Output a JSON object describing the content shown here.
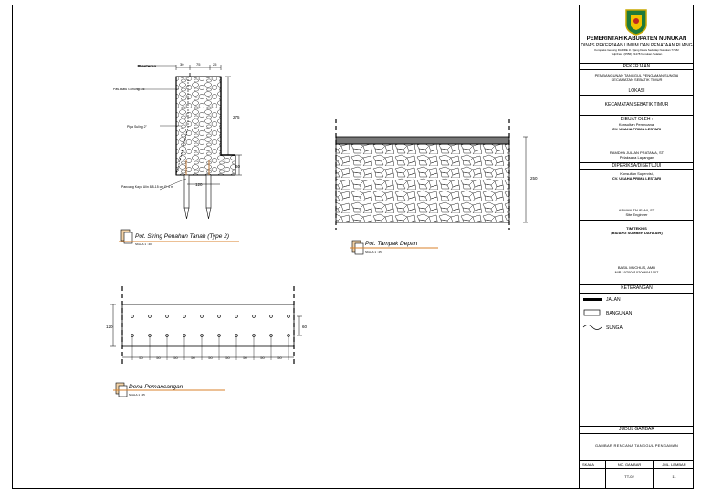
{
  "title_block": {
    "org": "PEMERINTAH KABUPATEN NUNUKAN",
    "dept": "DINAS PEKERJAAN UMUM DAN PENATAAN RUANG",
    "address_1": "Kompleks Gedung DAPIRE Jl. Ujang Dewa Sedadap Nunukan 77482",
    "address_2": "Telp/Fax : (0556) 21478 Nunukan Selatan",
    "pekerjaan_label": "PEKERJAAN",
    "pekerjaan": "PEMBANGUNAN TANGGUL PENGAMAN SUNGAI KECAMATAN SEBATIK TIMUR",
    "lokasi_label": "LOKASI",
    "lokasi": "KECAMATAN SEBATIK TIMUR",
    "dibuat_label": "DIBUAT OLEH :",
    "konsultan_label": "Konsultan Perencana,",
    "konsultan": "CV. USAHA PRIMA LESTARI",
    "planner_name": "RAMDHA JULIAN PRATAMA, ST",
    "planner_role": "Pelaksana Lapangan",
    "diperiksa_label": "DIPERIKSA/DISETUJUI",
    "supervisor_label": "Konsultan Supervisi,",
    "supervisor": "CV. USAHA PRIMA LESTARI",
    "engineer_name": "ARMAN TAUFANI, ST",
    "engineer_role": "Site Engineer",
    "tim_teknis": "TIM TEKNIS",
    "bidang": "(BIDANG SUMBER DAYA AIR)",
    "official_name": "BASIL MUCHLIS, AMD",
    "official_nip": "NIP 197008102006041007",
    "keterangan_label": "KETERANGAN",
    "judul_label": "JUDUL GAMBAR",
    "judul": "GAMBAR RENCANA TANGGUL PENGAMAN",
    "skala_label": "SKALA",
    "no_gambar_label": "NO. GAMBAR",
    "jml_lembar_label": "JML. LEMBAR",
    "no_gambar": "TT-02",
    "jml_lembar": "11"
  },
  "legend": [
    {
      "icon": "road-line-icon",
      "label": "JALAN"
    },
    {
      "icon": "building-icon",
      "label": "BANGUNAN"
    },
    {
      "icon": "river-wave-icon",
      "label": "SUNGAI"
    }
  ],
  "drawings": {
    "section": {
      "title": "Pot. Siring Penahan Tanah (Type 2)",
      "scale": "SKALA 1 : 20",
      "lbl_plesteran": "Plesteran",
      "lbl_batu": "Pas. Batu Gunung 1:5",
      "lbl_pipa": "Pipa Suling 2\"",
      "lbl_cerucuk": "Pancang Kayu Ulin 8/8-15 cm P. 4 m",
      "dim_top_1": "30",
      "dim_top_2": "75",
      "dim_top_3": "25",
      "dim_height": "275",
      "dim_foot": "60",
      "dim_base": "120"
    },
    "elevation": {
      "title": "Pot. Tampak Depan",
      "scale": "SKALA 1 : 25",
      "dim_height": "250"
    },
    "plan": {
      "title": "Dena Pemancangan",
      "scale": "SKALA 1 : 25",
      "dim_left": "120",
      "dim_right": "60",
      "spacings": [
        "50",
        "50",
        "50",
        "50",
        "50",
        "50",
        "50",
        "50",
        "50"
      ]
    }
  }
}
